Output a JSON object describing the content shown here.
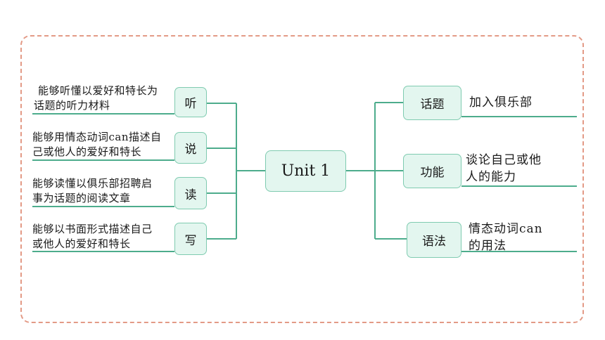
{
  "center": {
    "label": "Unit 1"
  },
  "left_branches": [
    {
      "label": "听",
      "desc_line1": "能够听懂以爱好和特长为",
      "desc_line2": "话题的听力材料"
    },
    {
      "label": "说",
      "desc_line1": "能够用情态动词can描述自",
      "desc_line2": "己或他人的爱好和特长"
    },
    {
      "label": "读",
      "desc_line1": "能够读懂以俱乐部招聘启",
      "desc_line2": "事为话题的阅读文章"
    },
    {
      "label": "写",
      "desc_line1": "能够以书面形式描述自己",
      "desc_line2": "或他人的爱好和特长"
    }
  ],
  "right_branches": [
    {
      "label": "话题",
      "desc_line1": "加入俱乐部",
      "desc_line2": ""
    },
    {
      "label": "功能",
      "desc_line1": "谈论自己或他",
      "desc_line2": "人的能力"
    },
    {
      "label": "语法",
      "desc_line1": "情态动词can",
      "desc_line2": "的用法"
    }
  ],
  "colors": {
    "line": "#4dac8c",
    "box_fill": "#e3f6ef",
    "box_border": "#7fcbb0",
    "frame": "#e39a86"
  }
}
